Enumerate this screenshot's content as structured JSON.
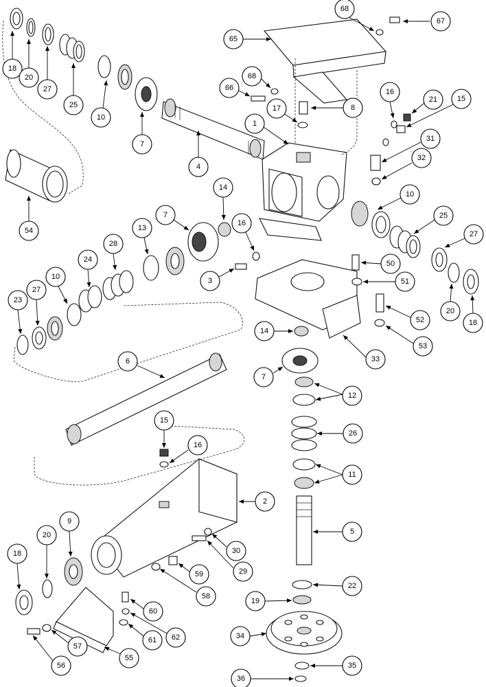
{
  "diagram": {
    "callouts": [
      {
        "id": "c68a",
        "label": "68"
      },
      {
        "id": "c67",
        "label": "67"
      },
      {
        "id": "c65",
        "label": "65"
      },
      {
        "id": "c18a",
        "label": "18"
      },
      {
        "id": "c20a",
        "label": "20"
      },
      {
        "id": "c27a",
        "label": "27"
      },
      {
        "id": "c25a",
        "label": "25"
      },
      {
        "id": "c10a",
        "label": "10"
      },
      {
        "id": "c7a",
        "label": "7"
      },
      {
        "id": "c4",
        "label": "4"
      },
      {
        "id": "c68b",
        "label": "68"
      },
      {
        "id": "c66",
        "label": "66"
      },
      {
        "id": "c17",
        "label": "17"
      },
      {
        "id": "c8",
        "label": "8"
      },
      {
        "id": "c1",
        "label": "1"
      },
      {
        "id": "c16a",
        "label": "16"
      },
      {
        "id": "c21",
        "label": "21"
      },
      {
        "id": "c15a",
        "label": "15"
      },
      {
        "id": "c31",
        "label": "31"
      },
      {
        "id": "c32",
        "label": "32"
      },
      {
        "id": "c54",
        "label": "54"
      },
      {
        "id": "c14a",
        "label": "14"
      },
      {
        "id": "c7b",
        "label": "7"
      },
      {
        "id": "c16b",
        "label": "16"
      },
      {
        "id": "c13",
        "label": "13"
      },
      {
        "id": "c28",
        "label": "28"
      },
      {
        "id": "c24",
        "label": "24"
      },
      {
        "id": "c10b",
        "label": "10"
      },
      {
        "id": "c27b",
        "label": "27"
      },
      {
        "id": "c23",
        "label": "23"
      },
      {
        "id": "c3",
        "label": "3"
      },
      {
        "id": "c10c",
        "label": "10"
      },
      {
        "id": "c25b",
        "label": "25"
      },
      {
        "id": "c27c",
        "label": "27"
      },
      {
        "id": "c50",
        "label": "50"
      },
      {
        "id": "c51",
        "label": "51"
      },
      {
        "id": "c52",
        "label": "52"
      },
      {
        "id": "c20b",
        "label": "20"
      },
      {
        "id": "c18b",
        "label": "18"
      },
      {
        "id": "c14b",
        "label": "14"
      },
      {
        "id": "c53",
        "label": "53"
      },
      {
        "id": "c33",
        "label": "33"
      },
      {
        "id": "c6",
        "label": "6"
      },
      {
        "id": "c7c",
        "label": "7"
      },
      {
        "id": "c12",
        "label": "12"
      },
      {
        "id": "c26",
        "label": "26"
      },
      {
        "id": "c15b",
        "label": "15"
      },
      {
        "id": "c16c",
        "label": "16"
      },
      {
        "id": "c11",
        "label": "11"
      },
      {
        "id": "c2",
        "label": "2"
      },
      {
        "id": "c5",
        "label": "5"
      },
      {
        "id": "c9",
        "label": "9"
      },
      {
        "id": "c20c",
        "label": "20"
      },
      {
        "id": "c18c",
        "label": "18"
      },
      {
        "id": "c30",
        "label": "30"
      },
      {
        "id": "c29",
        "label": "29"
      },
      {
        "id": "c59",
        "label": "59"
      },
      {
        "id": "c58",
        "label": "58"
      },
      {
        "id": "c22",
        "label": "22"
      },
      {
        "id": "c19",
        "label": "19"
      },
      {
        "id": "c60",
        "label": "60"
      },
      {
        "id": "c62",
        "label": "62"
      },
      {
        "id": "c61",
        "label": "61"
      },
      {
        "id": "c57",
        "label": "57"
      },
      {
        "id": "c56",
        "label": "56"
      },
      {
        "id": "c55",
        "label": "55"
      },
      {
        "id": "c34",
        "label": "34"
      },
      {
        "id": "c35",
        "label": "35"
      },
      {
        "id": "c36",
        "label": "36"
      }
    ]
  }
}
